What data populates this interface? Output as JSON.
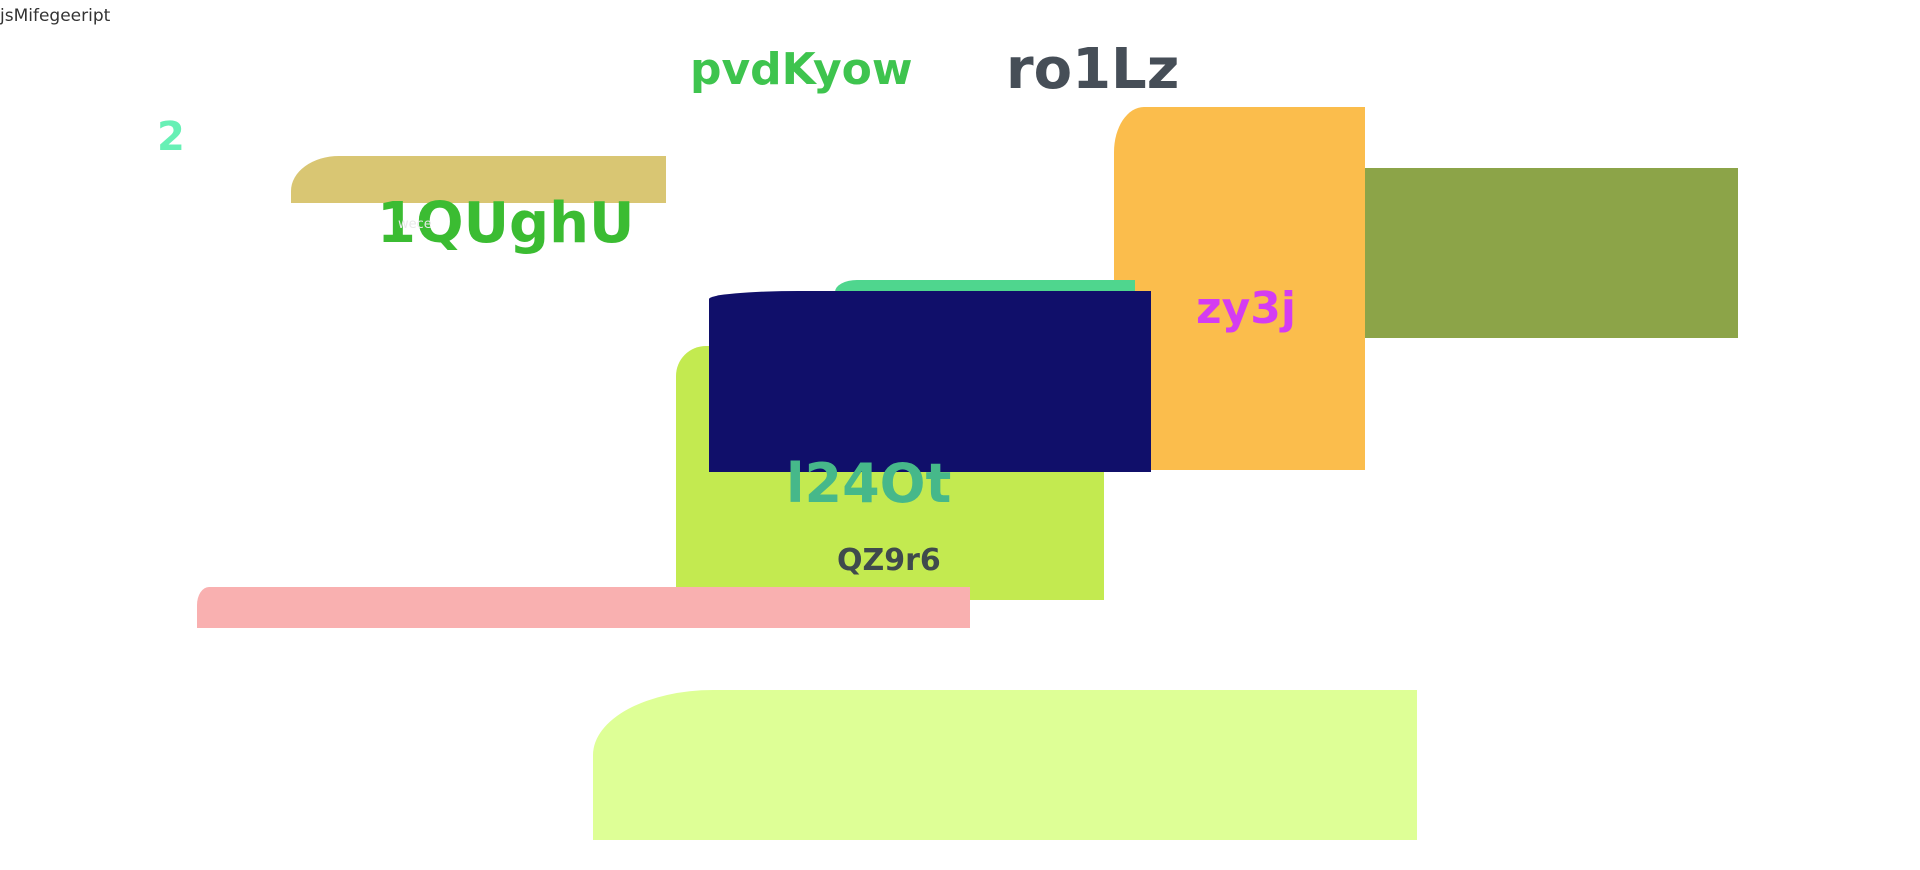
{
  "scrap_text": "jsMifegeeript",
  "labels": {
    "pvd": "pvdKyow",
    "ro1": "ro1Lz",
    "two": "2",
    "qu": "1QUghU",
    "faint": "wece",
    "zy3": "zy3j",
    "l24": "l24Ot",
    "qz9": "QZ9r6"
  },
  "colors": {
    "khaki": "#d9c673",
    "olive": "#8ca448",
    "orange": "#fbbd4c",
    "mint": "#4fd68e",
    "lime": "#c3ea50",
    "navy": "#100f6a",
    "pink": "#f9b0b0",
    "pale_lime": "#deff96"
  }
}
